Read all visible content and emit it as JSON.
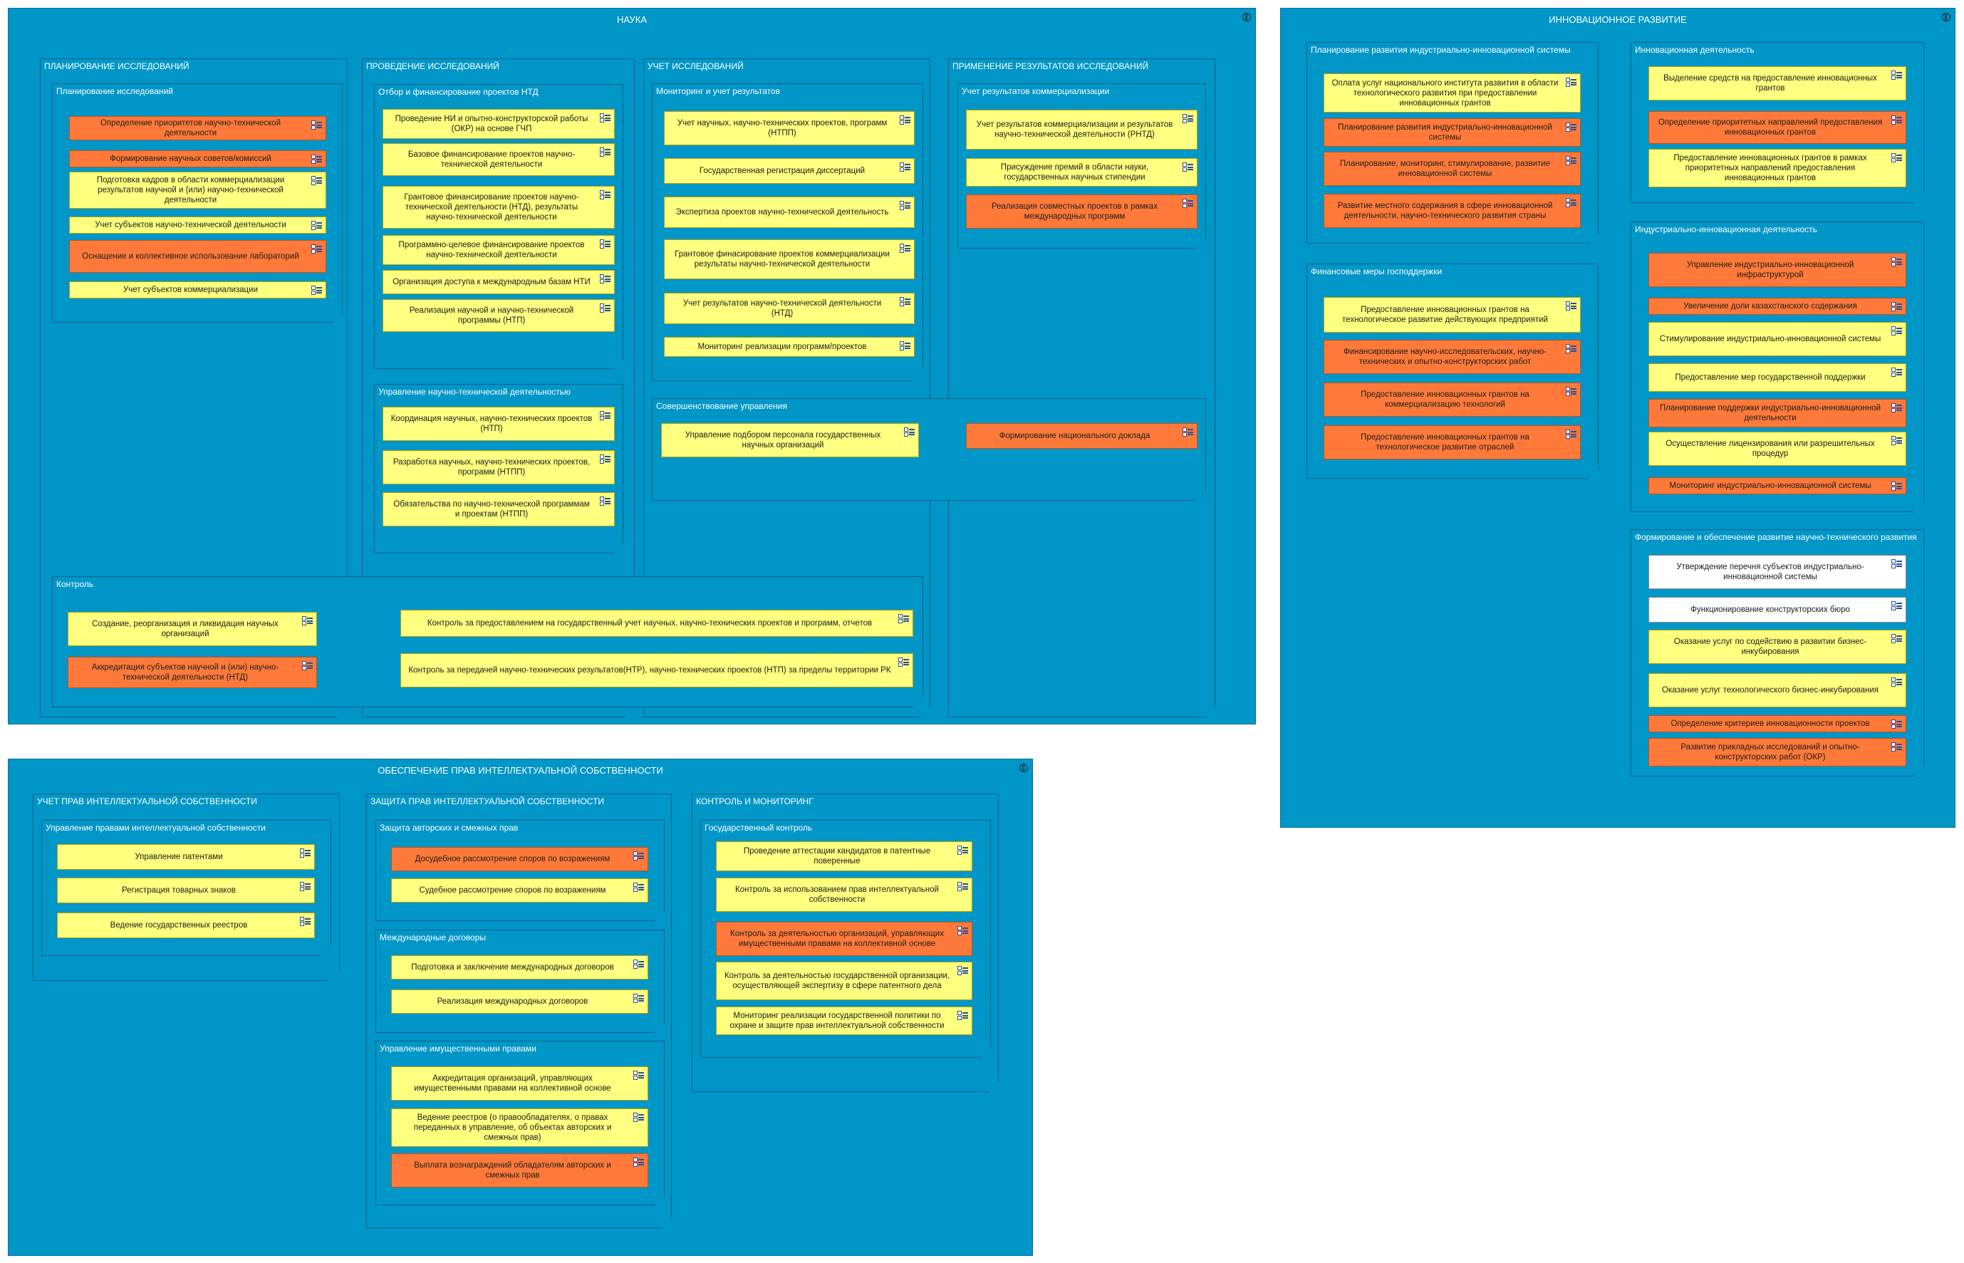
{
  "outer": [
    {
      "name": "outer-nauka",
      "title": "НАУКА"
    },
    {
      "name": "outer-innov",
      "title": "ИННОВАЦИОННОЕ РАЗВИТИЕ"
    },
    {
      "name": "outer-ip",
      "title": "ОБЕСПЕЧЕНИЕ ПРАВ ИНТЕЛЛЕКТУАЛЬНОЙ СОБСТВЕННОСТИ"
    }
  ],
  "groups": [
    {
      "title": "ПЛАНИРОВАНИЕ ИССЛЕДОВАНИЙ"
    },
    {
      "title": "ПРОВЕДЕНИЕ ИССЛЕДОВАНИЙ"
    },
    {
      "title": "УЧЕТ ИССЛЕДОВАНИЙ"
    },
    {
      "title": "ПРИМЕНЕНИЕ РЕЗУЛЬТАТОВ ИССЛЕДОВАНИЙ"
    },
    {
      "title": "Планирование исследований"
    },
    {
      "title": "Отбор и финансирование проектов НТД"
    },
    {
      "title": "Управление научно-технической деятельностью"
    },
    {
      "title": "Мониторинг и учет результатов"
    },
    {
      "title": "Учет результатов коммерциализации"
    },
    {
      "title": "Совершенствование управления"
    },
    {
      "title": "Контроль"
    },
    {
      "title": "Планирование  развития индустриально-инновационной системы"
    },
    {
      "title": "Финансовые меры господдержки"
    },
    {
      "title": "Инновационная деятельность"
    },
    {
      "title": "Индустриально-инновационная деятельность"
    },
    {
      "title": "Формирование и обеспечение развитие научно-технического развития"
    },
    {
      "title": "УЧЕТ ПРАВ ИНТЕЛЛЕКТУАЛЬНОЙ СОБСТВЕННОСТИ"
    },
    {
      "title": "ЗАЩИТА ПРАВ ИНТЕЛЛЕКТУАЛЬНОЙ СОБСТВЕННОСТИ"
    },
    {
      "title": "КОНТРОЛЬ И МОНИТОРИНГ"
    },
    {
      "title": "Управление правами интеллектуальной собственности"
    },
    {
      "title": "Защита авторских и смежных прав"
    },
    {
      "title": "Международные договоры"
    },
    {
      "title": "Управление имущественными правами"
    },
    {
      "title": "Государственный контроль"
    }
  ],
  "elements": [
    {
      "label": "Определение приоритетов научно-технической деятельности",
      "color": "#ff7a3a"
    },
    {
      "label": "Формирование научных советов/комиссий",
      "color": "#ff7a3a"
    },
    {
      "label": "Подготовка кадров в области коммерциализации результатов научной и (или) научно-технической деятельности",
      "color": "#ffff80"
    },
    {
      "label": "Учет субъектов научно-технической деятельности",
      "color": "#ffff80"
    },
    {
      "label": "Оснащение и коллективное использование лабораторий",
      "color": "#ff7a3a"
    },
    {
      "label": "Учет субъектов коммерциализации",
      "color": "#ffff80"
    },
    {
      "label": "Проведение НИ и опытно-конструкторской работы (ОКР) на основе ГЧП",
      "color": "#ffff80"
    },
    {
      "label": "Базовое финансирование проектов научно-технической деятельности",
      "color": "#ffff80"
    },
    {
      "label": "Грантовое финансирование проектов научно-технической деятельности (НТД), результаты научно-технической деятельности",
      "color": "#ffff80"
    },
    {
      "label": "Программно-целевое финансирование проектов научно-технической деятельности",
      "color": "#ffff80"
    },
    {
      "label": "Организация доступа к международным базам НТИ",
      "color": "#ffff80"
    },
    {
      "label": "Реализация научной и научно-технической программы (НТП)",
      "color": "#ffff80"
    },
    {
      "label": "Координация научных, научно-технических проектов (НТП)",
      "color": "#ffff80"
    },
    {
      "label": "Разработка научных, научно-технических проектов, программ (НТПП)",
      "color": "#ffff80"
    },
    {
      "label": "Обязательства по научно-технической программам и проектам (НТПП)",
      "color": "#ffff80"
    },
    {
      "label": "Учет научных, научно-технических проектов, программ (НТПП)",
      "color": "#ffff80"
    },
    {
      "label": "Государственная регистрация диссертаций",
      "color": "#ffff80"
    },
    {
      "label": "Экспертиза проектов научно-технической деятельность",
      "color": "#ffff80"
    },
    {
      "label": "Грантовое финасирование проектов коммерциализации результаты научно-технической деятельности",
      "color": "#ffff80"
    },
    {
      "label": "Учет результатов научно-технической деятельности (НТД)",
      "color": "#ffff80"
    },
    {
      "label": "Мониторинг реализации программ/проектов",
      "color": "#ffff80"
    },
    {
      "label": "Учет результатов коммерциализации и результатов научно-технической деятельности (РНТД)",
      "color": "#ffff80"
    },
    {
      "label": "Присуждение премий в области науки, государственных научных стипендии",
      "color": "#ffff80"
    },
    {
      "label": "Реализация совместных проектов в рамках международных программ",
      "color": "#ff7a3a"
    },
    {
      "label": "Управление подбором персонала государственных научных организаций",
      "color": "#ffff80"
    },
    {
      "label": "Формирование национального доклада",
      "color": "#ff7a3a"
    },
    {
      "label": "Создание, реорганизация и ликвидация научных организаций",
      "color": "#ffff80"
    },
    {
      "label": "Аккредитация субъектов научной и (или) научно-технической деятельности (НТД)",
      "color": "#ff7a3a"
    },
    {
      "label": "Контроль за предоставлением на государственный учет научных, научно-технических проектов и программ, отчетов",
      "color": "#ffff80"
    },
    {
      "label": "Контроль за передачей научно-технических результатов(НТР), научно-технических проектов (НТП) за пределы территории РК",
      "color": "#ffff80"
    },
    {
      "label": "Оплата услуг национального института развития в области технологического развития при предоставлении инновационных грантов",
      "color": "#ffff80"
    },
    {
      "label": "Планирование  развития индустриально-инновационной системы",
      "color": "#ff7a3a"
    },
    {
      "label": "Планирование, мониторинг, стимулирование, развитие инновационной системы",
      "color": "#ff7a3a"
    },
    {
      "label": "Развитие местного содержания в сфере инновационной деятельности, научно-технического развития страны",
      "color": "#ff7a3a"
    },
    {
      "label": "Предоставление инновационных грантов на технологическое развитие действующих предприятий",
      "color": "#ffff80"
    },
    {
      "label": "Финансирование научно-исследовательских, научно-технических и опытно-конструкторских работ",
      "color": "#ff7a3a"
    },
    {
      "label": "Предоставление инновационных грантов на коммерциализацию технологий",
      "color": "#ff7a3a"
    },
    {
      "label": "Предоставление инновационных грантов на технологическое развитие отраслей",
      "color": "#ff7a3a"
    },
    {
      "label": "Выделение  средств на предоставление инновационных грантов",
      "color": "#ffff80"
    },
    {
      "label": "Определение приоритетных направлений предоставления инновационных грантов",
      "color": "#ff7a3a"
    },
    {
      "label": "Предоставление инновационных грантов  в рамках приоритетных направлений предоставления инновационных грантов",
      "color": "#ffff80"
    },
    {
      "label": "Управление индустриально-инновационной инфраструктурой",
      "color": "#ff7a3a"
    },
    {
      "label": "Увеличение доли казахстанского содержания",
      "color": "#ff7a3a"
    },
    {
      "label": "Стимулирование индустриально-инновационной системы",
      "color": "#ffff80"
    },
    {
      "label": "Предоставление мер государственной поддержки",
      "color": "#ffff80"
    },
    {
      "label": "Планирование поддержки индустриально-инновационной деятельности",
      "color": "#ff7a3a"
    },
    {
      "label": "Осуществление лицензирования или разрешительных процедур",
      "color": "#ffff80"
    },
    {
      "label": "Мониторинг индустриально-инновационной системы",
      "color": "#ff7a3a"
    },
    {
      "label": "Утверждение перечня субъектов индустриально-инновационной системы",
      "color": "#ffffff"
    },
    {
      "label": "Функционирование конструкторских бюро",
      "color": "#ffffff"
    },
    {
      "label": "Оказание услуг по содействию в развитии бизнес-инкубирования",
      "color": "#ffff80"
    },
    {
      "label": "Оказание услуг технологического бизнес-инкубирования",
      "color": "#ffff80"
    },
    {
      "label": "Определение критериев инновационности проектов",
      "color": "#ff7a3a"
    },
    {
      "label": "Развитие прикладных исследований и опытно-конструкторских работ (ОКР)",
      "color": "#ff7a3a"
    },
    {
      "label": "Управление патентами",
      "color": "#ffff80"
    },
    {
      "label": "Регистрация товарных знаков",
      "color": "#ffff80"
    },
    {
      "label": "Ведение государственных реестров",
      "color": "#ffff80"
    },
    {
      "label": "Досудебное рассмотрение споров по возражениям",
      "color": "#ff7a3a"
    },
    {
      "label": "Судебное рассмотрение споров по возражениям",
      "color": "#ffff80"
    },
    {
      "label": "Подготовка и заключение международных договоров",
      "color": "#ffff80"
    },
    {
      "label": "Реализация международных договоров",
      "color": "#ffff80"
    },
    {
      "label": "Аккредитация организаций, управляющих имущественными правами на коллективной основе",
      "color": "#ffff80"
    },
    {
      "label": "Ведение реестров (о правообладателях, о правах переданных в управление, об объектах авторских и смежных прав)",
      "color": "#ffff80"
    },
    {
      "label": "Выплата вознаграждений обладателям авторских и смежных прав",
      "color": "#ff7a3a"
    },
    {
      "label": "Проведение аттестации кандидатов в патентные поверенные",
      "color": "#ffff80"
    },
    {
      "label": "Контроль за использованием прав интеллектуальной собственности",
      "color": "#ffff80"
    },
    {
      "label": "Контроль за деятельностью организаций, управляющих имущественными правами на коллективной основе",
      "color": "#ff7a3a"
    },
    {
      "label": "Контроль за деятельностью государственной организации, осуществляющей экспертизу в сфере патентного дела",
      "color": "#ffff80"
    },
    {
      "label": "Мониторинг реализации государственной политики по охране и защите прав интеллектуальной собственности",
      "color": "#ffff80"
    }
  ]
}
